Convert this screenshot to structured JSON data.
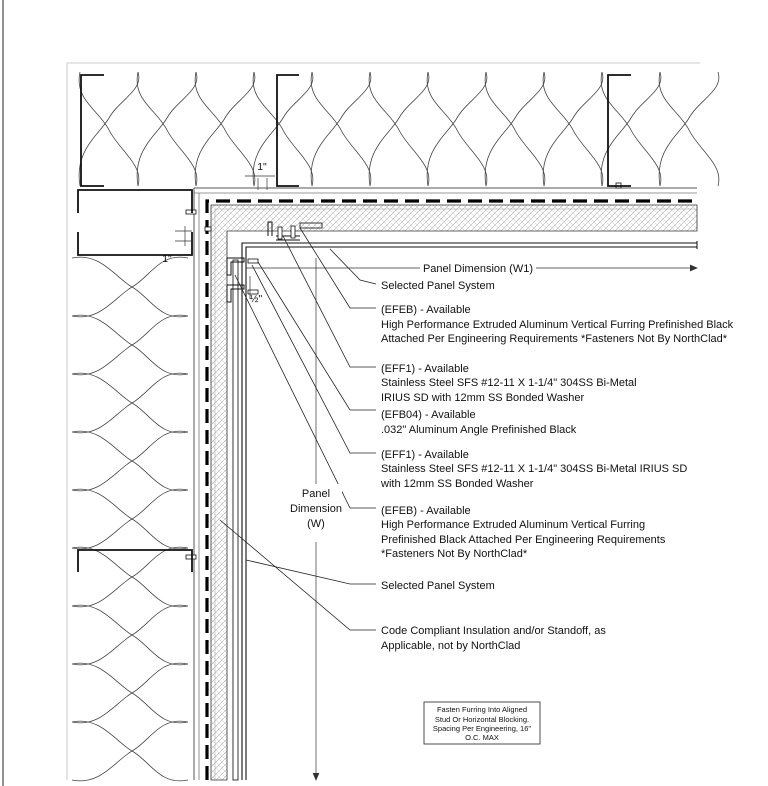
{
  "dimensions": {
    "one_inch_top": "1\"",
    "one_inch_left": "1\"",
    "half_inch": "½\"",
    "w1": "Panel Dimension (W1)",
    "w_lines": [
      "Panel",
      "Dimension",
      "(W)"
    ]
  },
  "callouts": [
    {
      "id": "selected-panel-system-top",
      "lines": [
        "Selected Panel System"
      ]
    },
    {
      "id": "efeb-top",
      "lines": [
        "(EFEB) - Available",
        "High Performance Extruded Aluminum Vertical Furring Prefinished Black",
        "Attached Per Engineering Requirements *Fasteners Not By NorthClad*"
      ]
    },
    {
      "id": "eff1-a",
      "lines": [
        "(EFF1) - Available",
        "Stainless Steel SFS #12-11 X 1-1/4\" 304SS Bi-Metal",
        "IRIUS SD with 12mm SS Bonded Washer"
      ]
    },
    {
      "id": "efb04",
      "lines": [
        "(EFB04) - Available",
        ".032\" Aluminum  Angle Prefinished Black"
      ]
    },
    {
      "id": "eff1-b",
      "lines": [
        "(EFF1) - Available",
        "Stainless Steel SFS #12-11 X 1-1/4\" 304SS Bi-Metal IRIUS SD",
        "with 12mm SS Bonded Washer"
      ]
    },
    {
      "id": "efeb-bottom",
      "lines": [
        "(EFEB) - Available",
        "High Performance Extruded Aluminum Vertical Furring",
        "Prefinished Black Attached Per Engineering Requirements",
        "*Fasteners Not By NorthClad*"
      ]
    },
    {
      "id": "selected-panel-system-bottom",
      "lines": [
        "Selected Panel System"
      ]
    },
    {
      "id": "insulation",
      "lines": [
        "Code Compliant Insulation and/or Standoff, as",
        "Applicable, not by NorthClad"
      ]
    }
  ],
  "note": {
    "lines": [
      "Fasten Furring Into Aligned",
      "Stud Or Horizontal Blocking.",
      "Spacing Per Engineering, 16\"",
      "O.C. MAX"
    ]
  }
}
